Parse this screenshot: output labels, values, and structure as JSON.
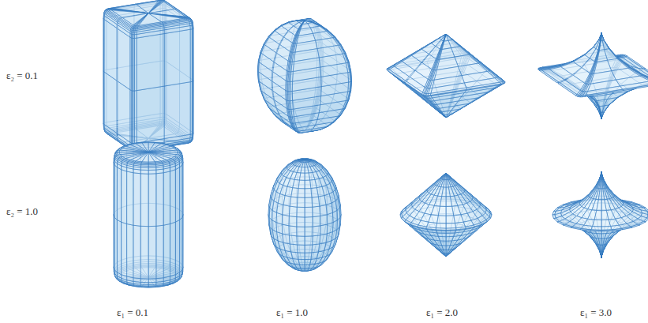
{
  "diagram": {
    "labels": [
      "ε₂ = 0.1",
      "ε₂ = 1.0",
      "ε₁ = 0.1",
      "ε₁ = 1.0",
      "ε₁ = 2.0",
      "ε₁ = 3.0"
    ]
  }
}
